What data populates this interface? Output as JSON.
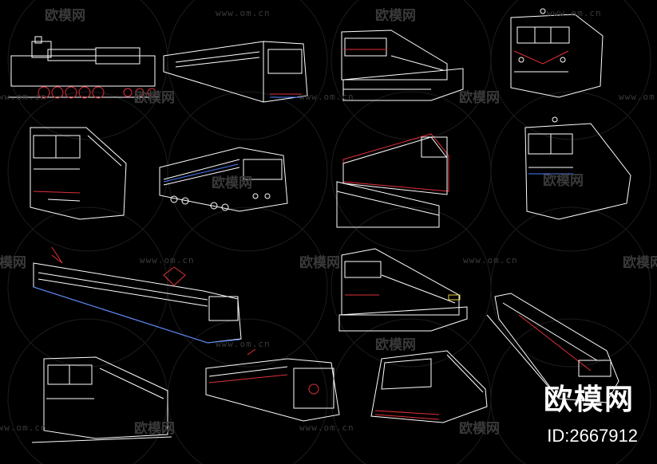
{
  "watermark": {
    "brand_text": "欧模网",
    "url_text": "www.om.cn"
  },
  "brand_badge": {
    "title": "欧模网",
    "id_text": "ID:2667912"
  },
  "colors": {
    "background": "#000000",
    "line": "#ffffff",
    "accent_red": "#e0303a",
    "accent_blue": "#4a7cff",
    "accent_yellow": "#e5d23a",
    "watermark": "#3a3a3a"
  },
  "drawings": [
    "steam-locomotive",
    "emu-train-angled",
    "electric-locomotive-on-platform",
    "electric-locomotive-front",
    "diesel-locomotive-front-left",
    "diesel-locomotive-side",
    "locomotive-on-ramp",
    "diesel-locomotive-front-right",
    "long-emu-with-pantograph",
    "electric-locomotive-on-block",
    "long-train-perspective",
    "diesel-locomotive-front-bottom",
    "metro-train",
    "high-speed-train-front"
  ]
}
